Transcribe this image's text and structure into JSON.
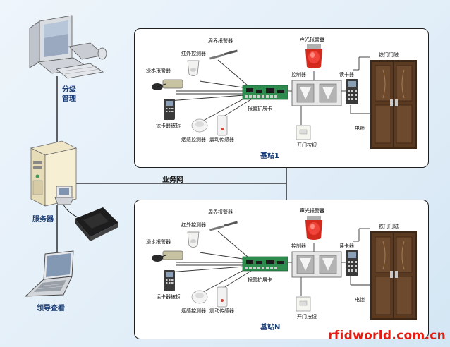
{
  "left": {
    "management_label": "分级\n管理",
    "server_label": "服务器",
    "leader_label": "领导查看"
  },
  "network_label": "业务网",
  "station1": {
    "title": "基站1",
    "labels": {
      "perimeter_alarm": "周界报警器",
      "infrared": "红外控测器",
      "water_alarm": "浸水报警器",
      "card_tamper": "读卡器被拆",
      "smoke": "烟感控测器",
      "vibration": "震动传感器",
      "expansion": "报警扩展卡",
      "siren": "声光报警器",
      "controller": "控制器",
      "reader": "读卡器",
      "door_magnet": "铁门门磁",
      "door_button": "开门按钮",
      "lock": "电锁"
    }
  },
  "stationN": {
    "title": "基站N",
    "labels": {
      "perimeter_alarm": "周界报警器",
      "infrared": "红外控测器",
      "water_alarm": "浸水报警器",
      "card_tamper": "读卡器被拆",
      "smoke": "烟感控测器",
      "vibration": "震动传感器",
      "expansion": "报警扩展卡",
      "siren": "声光报警器",
      "controller": "控制器",
      "reader": "读卡器",
      "door_magnet": "铁门门磁",
      "door_button": "开门按钮",
      "lock": "电锁"
    }
  },
  "watermark": "rfidworld.com.cn",
  "colors": {
    "title_blue": "#173a73",
    "watermark_red": "#e41b13",
    "siren_red": "#d42a1e",
    "pcb_green": "#2e8b4e",
    "door_brown": "#5b3a22"
  }
}
